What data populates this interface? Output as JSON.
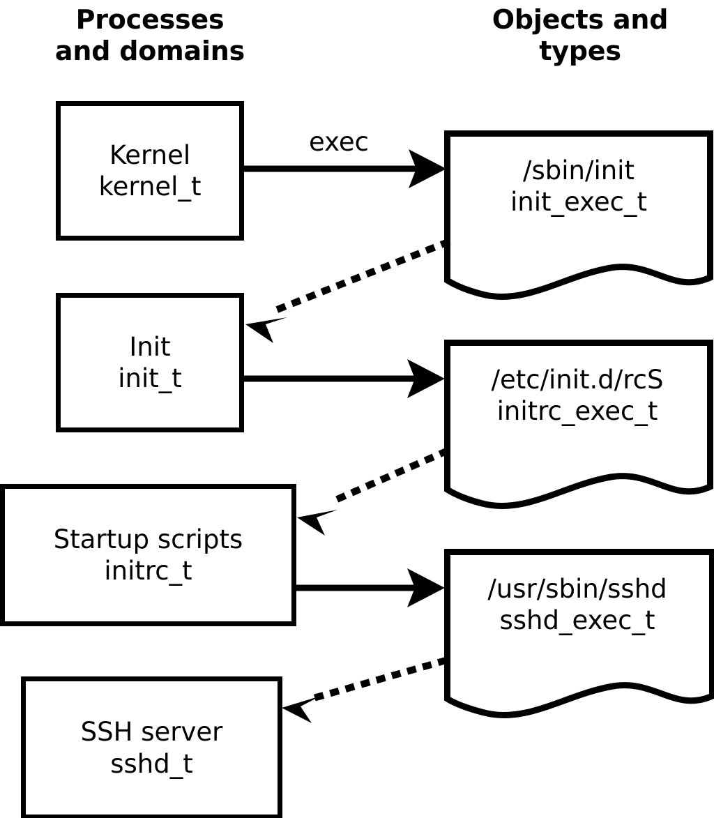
{
  "diagram": {
    "title_semantics": "selinux-process-object-exec-transitions",
    "background_color": "#ffffff",
    "stroke_color": "#000000",
    "columns": {
      "left": {
        "heading": "Processes\nand domains"
      },
      "right": {
        "heading": "Objects and\ntypes"
      }
    },
    "process_boxes": [
      {
        "id": "kernel",
        "name": "Kernel",
        "type": "kernel_t"
      },
      {
        "id": "init",
        "name": "Init",
        "type": "init_t"
      },
      {
        "id": "initrc",
        "name": "Startup scripts",
        "type": "initrc_t"
      },
      {
        "id": "sshd",
        "name": "SSH server",
        "type": "sshd_t"
      }
    ],
    "object_shapes": [
      {
        "id": "init_exec",
        "path": "/sbin/init",
        "type": "init_exec_t"
      },
      {
        "id": "initrc_exec",
        "path": "/etc/init.d/rcS",
        "type": "initrc_exec_t"
      },
      {
        "id": "sshd_exec",
        "path": "/usr/sbin/sshd",
        "type": "sshd_exec_t"
      }
    ],
    "edges": [
      {
        "id": "exec-1",
        "from": "kernel",
        "to": "init_exec",
        "style": "solid",
        "label": "exec"
      },
      {
        "id": "transition-1",
        "from": "init_exec",
        "to": "init",
        "style": "dotted",
        "label": ""
      },
      {
        "id": "exec-2",
        "from": "init",
        "to": "initrc_exec",
        "style": "solid",
        "label": ""
      },
      {
        "id": "transition-2",
        "from": "initrc_exec",
        "to": "initrc",
        "style": "dotted",
        "label": ""
      },
      {
        "id": "exec-3",
        "from": "initrc",
        "to": "sshd_exec",
        "style": "solid",
        "label": ""
      },
      {
        "id": "transition-3",
        "from": "sshd_exec",
        "to": "sshd",
        "style": "dotted",
        "label": ""
      }
    ]
  }
}
